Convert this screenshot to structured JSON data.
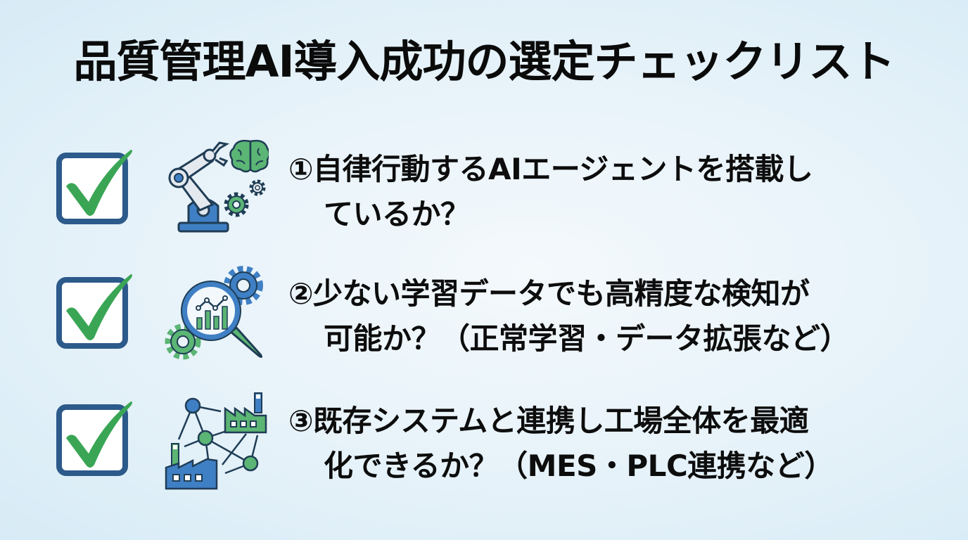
{
  "title": "品質管理AI導入成功の選定チェックリスト",
  "colors": {
    "background_center": "#f4f9fc",
    "background_edge": "#d7ebf6",
    "checkbox_border": "#2c5a8a",
    "check_green": "#3aa655",
    "icon_blue": "#3f7fc4",
    "icon_green": "#5bb574",
    "icon_outline": "#1f3d55"
  },
  "items": [
    {
      "number": "①",
      "line1": "①自律行動するAIエージェントを搭載し",
      "line2": "ているか？",
      "icon": "robot-arm-brain-gears-icon",
      "checked": true
    },
    {
      "number": "②",
      "line1": "②少ない学習データでも高精度な検知が",
      "line2": "可能か？（正常学習・データ拡張など）",
      "icon": "magnifier-chart-gears-icon",
      "checked": true
    },
    {
      "number": "③",
      "line1": "③既存システムと連携し工場全体を最適",
      "line2": "化できるか？（MES・PLC連携など）",
      "icon": "factory-network-icon",
      "checked": true
    }
  ]
}
